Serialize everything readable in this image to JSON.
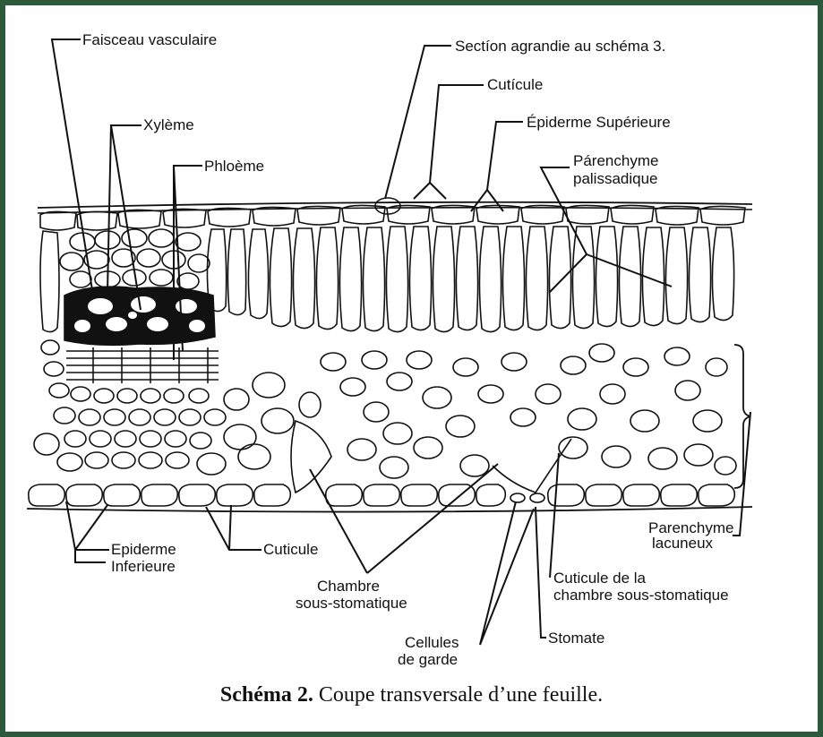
{
  "figure": {
    "caption_bold": "Schéma 2.",
    "caption_text": "Coupe transversale d’une feuille.",
    "border_color": "#2d5a3a"
  },
  "labels": {
    "faisceau": "Faisceau vasculaire",
    "section": "Sectíon agrandie au schéma 3.",
    "cuticule_top": "Cutícule",
    "xyleme": "Xylème",
    "epiderme_sup": "Épiderme Supérieure",
    "phloeme": "Phloème",
    "palissadique_1": "Párenchyme",
    "palissadique_2": "palissadique",
    "lacuneux_1": "Parenchyme",
    "lacuneux_2": "lacuneux",
    "epiderme_inf_1": "Epiderme",
    "epiderme_inf_2": "Inferieure",
    "cuticule_bottom": "Cuticule",
    "chambre_1": "Chambre",
    "chambre_2": "sous-stomatique",
    "cuticule_chambre_1": "Cuticule de la",
    "cuticule_chambre_2": "chambre sous-stomatique",
    "cellules_1": "Cellules",
    "cellules_2": "de garde",
    "stomate": "Stomate"
  }
}
